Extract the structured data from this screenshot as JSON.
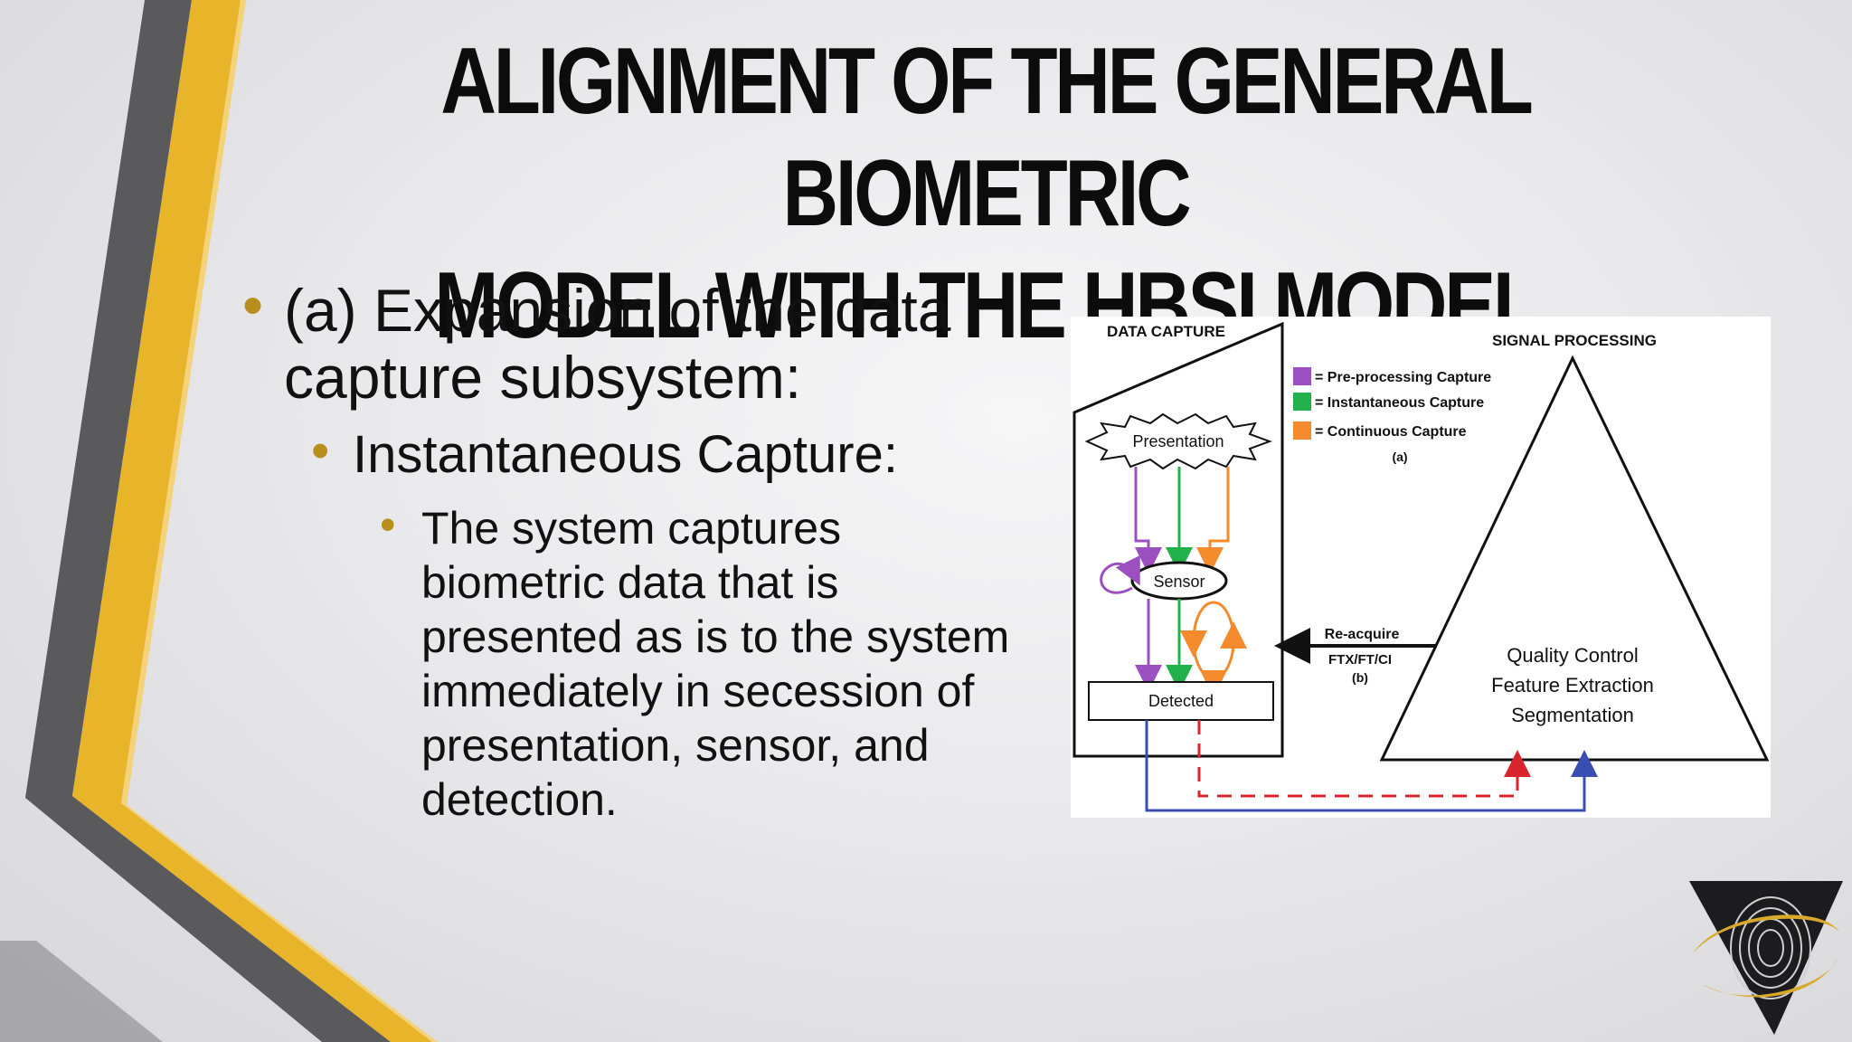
{
  "slide": {
    "title_line1": "ALIGNMENT OF THE GENERAL BIOMETRIC",
    "title_line2": "MODEL WITH THE HBSI MODEL",
    "bullet1": "(a) Expansion of the data capture subsystem:",
    "bullet2": "Instantaneous Capture:",
    "bullet3": "The system captures biometric data that is presented as is to the system immediately in secession of presentation, sensor, and detection."
  },
  "figure": {
    "data_capture": "DATA CAPTURE",
    "signal_processing": "SIGNAL PROCESSING",
    "legend": [
      {
        "label": "= Pre-processing Capture",
        "color": "#9b4fc0"
      },
      {
        "label": "= Instantaneous Capture",
        "color": "#22b04b"
      },
      {
        "label": "= Continuous Capture",
        "color": "#f48a2c"
      }
    ],
    "legend_caption": "(a)",
    "presentation": "Presentation",
    "sensor": "Sensor",
    "detected": "Detected",
    "reacquire": "Re-acquire",
    "ftx": "FTX/FT/CI",
    "ftx_caption": "(b)",
    "sp_line1": "Quality Control",
    "sp_line2": "Feature Extraction",
    "sp_line3": "Segmentation"
  },
  "colors": {
    "accent_gold": "#e8b52a",
    "accent_gray": "#5a5a5c",
    "dark_red": "#d9232d",
    "blue": "#3a4db3"
  },
  "icons": {
    "logo": "fingerprint-triangle-logo"
  }
}
